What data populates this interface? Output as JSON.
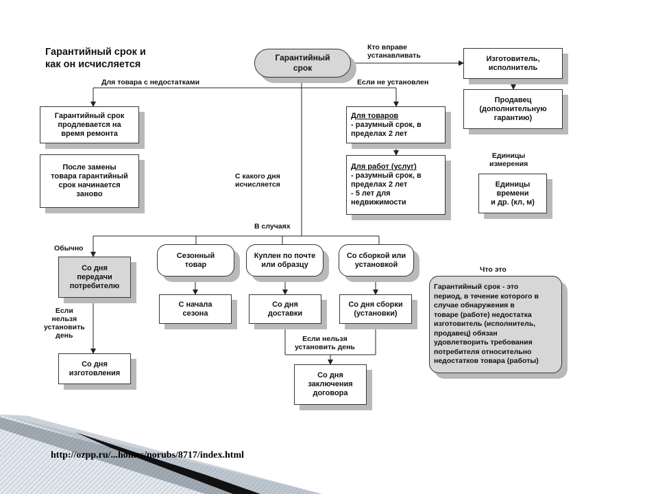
{
  "title": "Гарантийный срок и\nкак он исчисляется",
  "nodes": {
    "main": "Гарантийный\nсрок",
    "manufacturer": "Изготовитель,\nисполнитель",
    "seller": "Продавец\n(дополнительную\nгарантию)",
    "extend": "Гарантийный срок\nпродлевается на\nвремя ремонта",
    "replace": "После замены\nтовара гарантийный\nсрок начинается\nзаново",
    "goods_head": "Для товаров",
    "goods_body": "- разумный срок, в\nпределах 2 лет",
    "works_head": "Для работ (услуг)",
    "works_body": "- разумный срок, в\nпределах 2 лет\n- 5 лет для\nнедвижимости",
    "units": "Единицы\nвремени\nи др. (кл, м)",
    "from_transfer": "Со дня\nпередачи\nпотребителю",
    "seasonal": "Сезонный\nтовар",
    "mail": "Куплен по почте\nили образцу",
    "assembly": "Со сборкой или\nустановкой",
    "season_start": "С начала\nсезона",
    "delivery": "Со дня\nдоставки",
    "assembly_day": "Со дня  сборки\n(установки)",
    "manufacture": "Со дня\nизготовления",
    "contract": "Со дня\nзаключения\nдоговора",
    "definition": "Гарантийный срок - это\nпериод, в течение которого в\nслучае обнаружения в\nтоваре (работе) недостатка\nизготовитель (исполнитель,\nпродавец) обязан\nудовлетворить требования\nпотребителя относительно\nнедостатков товара (работы)"
  },
  "labels": {
    "who": "Кто вправе\nустанавливать",
    "defect": "Для товара с недостатками",
    "not_set": "Если не установлен",
    "units_label": "Единицы\nизмерения",
    "from_day": "С какого дня\nисчисляется",
    "cases": "В случаях",
    "usually": "Обычно",
    "what": "Что это",
    "cant_left": "Если\nнельзя\nустановить\nдень",
    "cant_right": "Если нельзя\nустановить день"
  },
  "url": "http://ozpp.ru/...homes/norubs/8717/index.html",
  "colors": {
    "box_fill": "#ffffff",
    "box_gray": "#d7d7d7",
    "shadow": "#b9b9b9",
    "line": "#222222"
  }
}
